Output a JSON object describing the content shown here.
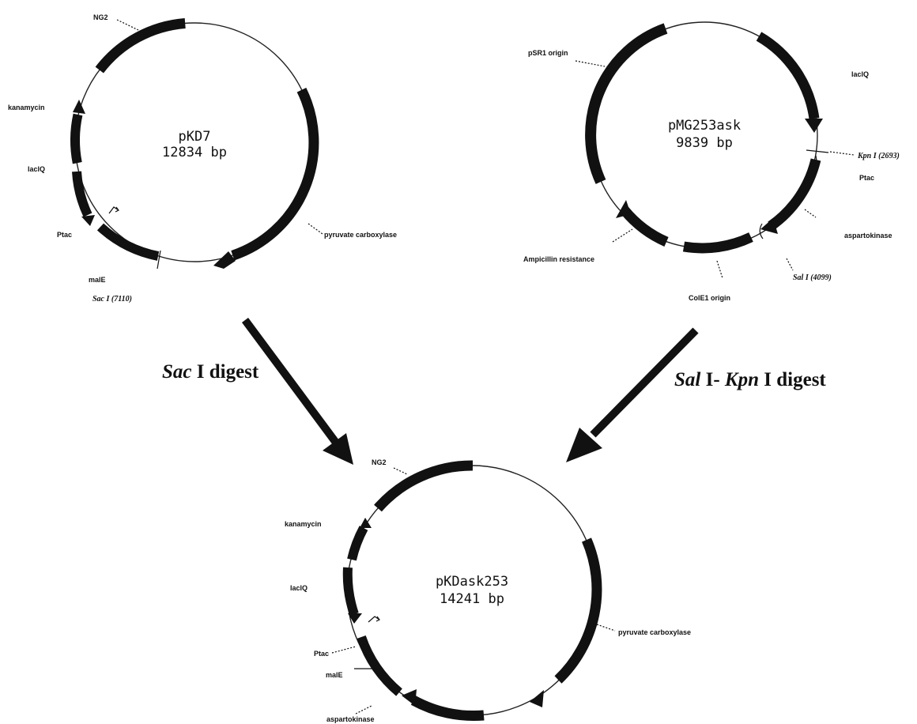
{
  "plasmids": {
    "pkd7": {
      "name": "pKD7",
      "size": "12834 bp",
      "labels": {
        "ng2": "NG2",
        "kanamycin": "kanamycin",
        "laciq": "laclQ",
        "ptac": "Ptac",
        "male": "malE",
        "sac_site": "Sac I (7110)",
        "pyruvate": "pyruvate carboxylase"
      }
    },
    "pmg253ask": {
      "name": "pMG253ask",
      "size": "9839 bp",
      "labels": {
        "psr1": "pSR1 origin",
        "laciq": "laclQ",
        "kpn_site": "Kpn I (2693)",
        "ptac": "Ptac",
        "aspartokinase": "aspartokinase",
        "sal_site": "Sal I (4099)",
        "cole1": "ColE1 origin",
        "ampicillin": "Ampicillin resistance"
      }
    },
    "pkdask253": {
      "name": "pKDask253",
      "size": "14241 bp",
      "labels": {
        "ng2": "NG2",
        "kanamycin": "kanamycin",
        "laciq": "laclQ",
        "ptac": "Ptac",
        "male": "malE",
        "aspartokinase": "aspartokinase",
        "pyruvate": "pyruvate carboxylase"
      }
    }
  },
  "digests": {
    "left": {
      "enzyme": "Sac",
      "suffix": " I digest"
    },
    "right": {
      "enzyme1": "Sal",
      "mid": " I- ",
      "enzyme2": "Kpn",
      "suffix": " I digest"
    }
  }
}
